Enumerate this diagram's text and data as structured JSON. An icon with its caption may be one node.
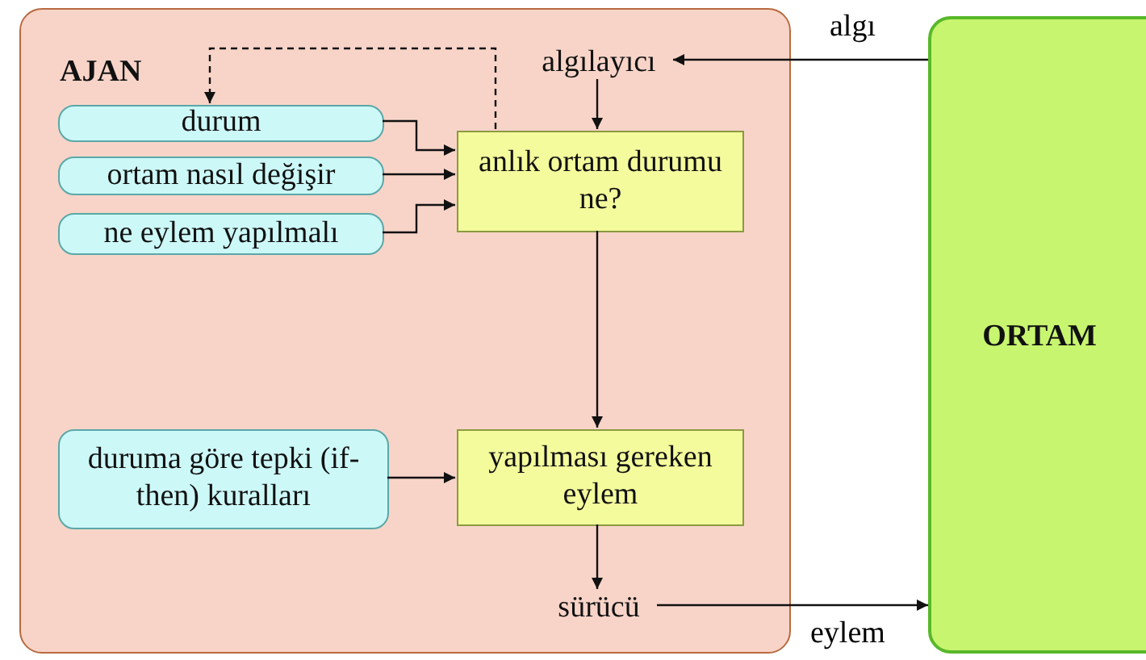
{
  "diagram": {
    "nodes": [
      {
        "text": [
          "AJAN"
        ]
      },
      {
        "text": [
          "algılayıcı"
        ],
        "in": 0
      },
      {
        "text": [
          "durum"
        ],
        "in": 0
      },
      {
        "text": [
          "ortam nasıl değişir"
        ],
        "in": 0
      },
      {
        "text": [
          "ne eylem yapılmalı"
        ],
        "in": 0
      },
      {
        "text": [
          "anlık ortam durumu ne?"
        ],
        "in": 0
      },
      {
        "text": [
          "duruma göre tepki (if-then) kuralları"
        ],
        "in": 0
      },
      {
        "text": [
          "yapılması gereken eylem"
        ],
        "in": 0
      },
      {
        "text": [
          "sürücü"
        ],
        "in": 0
      },
      {
        "text": [
          "ORTAM"
        ]
      }
    ],
    "edges": [
      {
        "from": 9,
        "to": 1,
        "arrow": "to",
        "label": "algı"
      },
      {
        "from": 1,
        "to": 5,
        "arrow": "to"
      },
      {
        "from": 5,
        "to": 2,
        "arrow": "to",
        "style": "dashed"
      },
      {
        "from": 2,
        "to": 5,
        "arrow": "to"
      },
      {
        "from": 3,
        "to": 5,
        "arrow": "to"
      },
      {
        "from": 4,
        "to": 5,
        "arrow": "to"
      },
      {
        "from": 5,
        "to": 7,
        "arrow": "to"
      },
      {
        "from": 6,
        "to": 7,
        "arrow": "to"
      },
      {
        "from": 7,
        "to": 8,
        "arrow": "to"
      },
      {
        "from": 8,
        "to": 9,
        "arrow": "to",
        "label": "eylem"
      }
    ]
  }
}
